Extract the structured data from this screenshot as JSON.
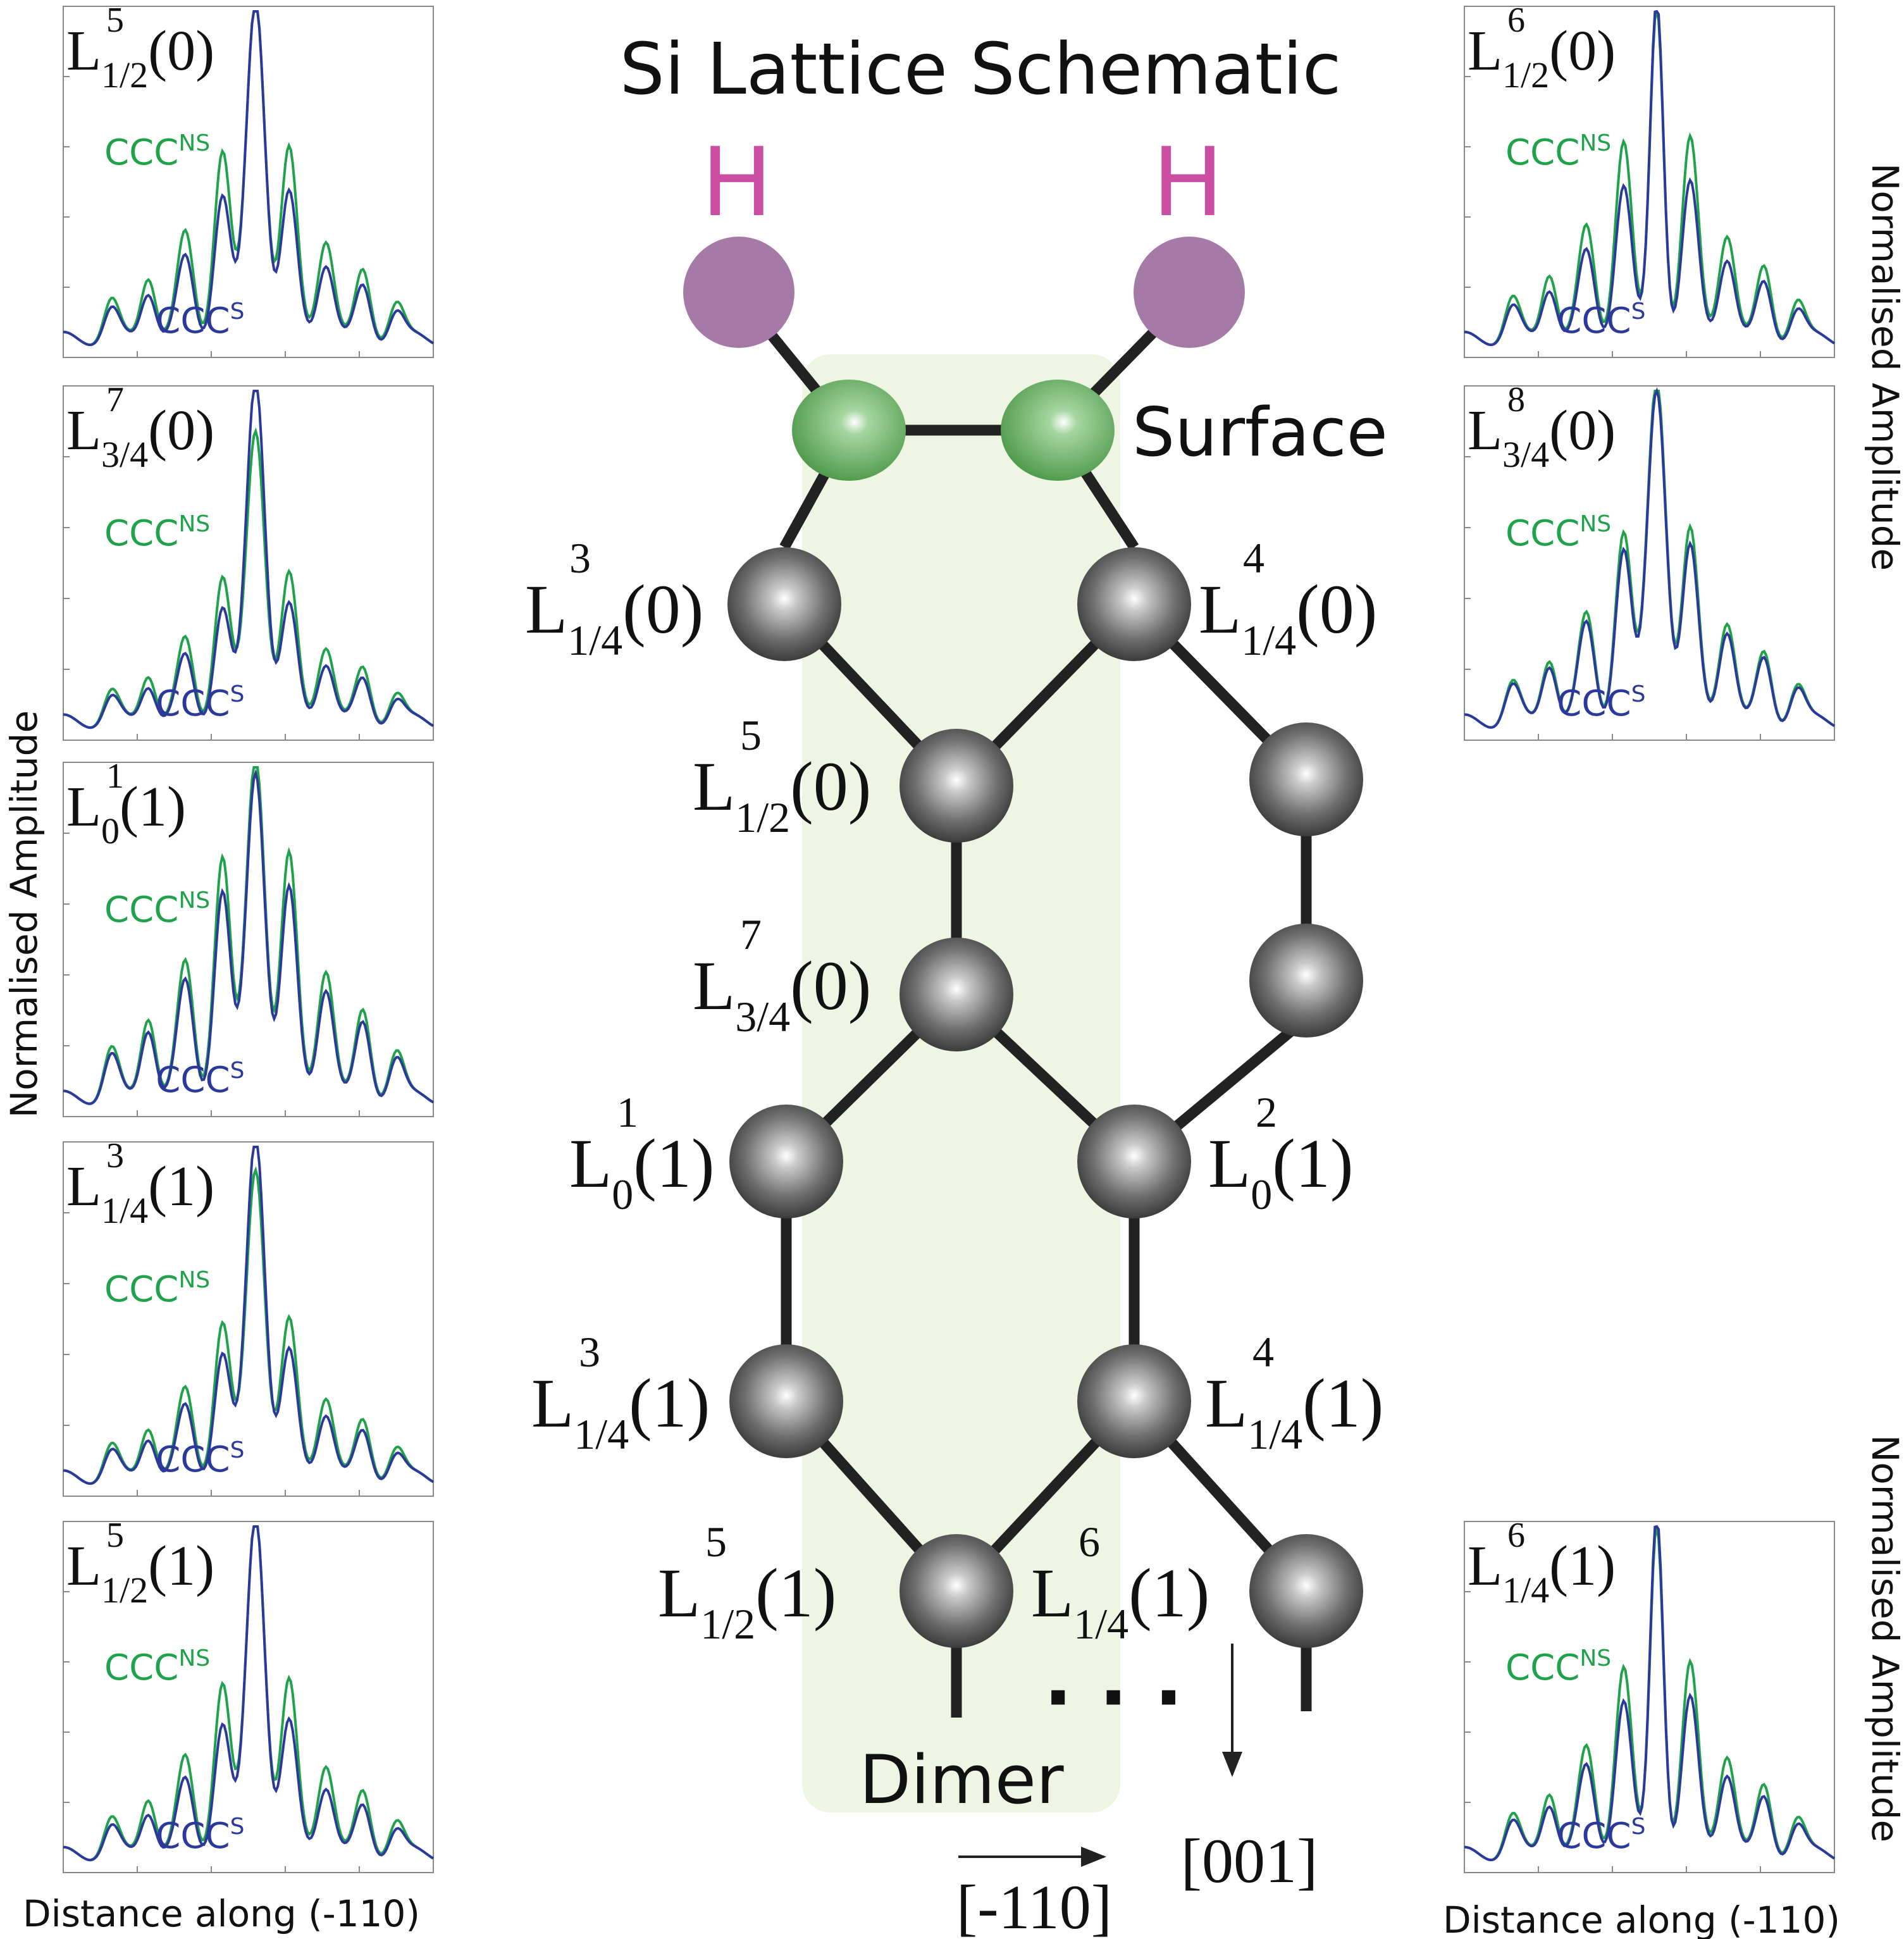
{
  "title": "Si Lattice Schematic",
  "surface_label": "Surface",
  "dimer_label": "Dimer",
  "h_label": "H",
  "ellipsis": "· · ·",
  "direction_001": "[001]",
  "direction_m110": "[-110]",
  "axis_y_label": "Normalised Amplitude",
  "axis_x_label": "Distance along (-110)",
  "series": {
    "ns": "CCC",
    "ns_sup": "NS",
    "s": "CCC",
    "s_sup": "S"
  },
  "colors": {
    "hydrogen": "#a57aa6",
    "hydrogen_text": "#cc4ea3",
    "surface_atom": "#5fa55a",
    "dimer_region": "#eef6e3",
    "ns_line": "#1fa24a",
    "s_line": "#2b3a9a",
    "bond": "#222222"
  },
  "atom_labels": [
    {
      "id": "l14_0_3",
      "sub": "1/4",
      "sup": "3",
      "arg": "(0)"
    },
    {
      "id": "l14_0_4",
      "sub": "1/4",
      "sup": "4",
      "arg": "(0)"
    },
    {
      "id": "l12_0_5",
      "sub": "1/2",
      "sup": "5",
      "arg": "(0)"
    },
    {
      "id": "l34_0_7",
      "sub": "3/4",
      "sup": "7",
      "arg": "(0)"
    },
    {
      "id": "l0_1_1",
      "sub": "0",
      "sup": "1",
      "arg": "(1)"
    },
    {
      "id": "l0_1_2",
      "sub": "0",
      "sup": "2",
      "arg": "(1)"
    },
    {
      "id": "l14_1_3",
      "sub": "1/4",
      "sup": "3",
      "arg": "(1)"
    },
    {
      "id": "l14_1_4",
      "sub": "1/4",
      "sup": "4",
      "arg": "(1)"
    },
    {
      "id": "l12_1_5",
      "sub": "1/2",
      "sup": "5",
      "arg": "(1)"
    },
    {
      "id": "l14_1_6",
      "sub": "1/4",
      "sup": "6",
      "arg": "(1)"
    }
  ],
  "panels": [
    {
      "id": "left-1",
      "sub": "1/2",
      "sup": "5",
      "arg": "(0)",
      "ns_peak": 1.0,
      "s_peak": 1.0,
      "ns_side": 0.55,
      "s_side": 0.42
    },
    {
      "id": "left-2",
      "sub": "3/4",
      "sup": "7",
      "arg": "(0)",
      "ns_peak": 0.85,
      "s_peak": 1.0,
      "ns_side": 0.42,
      "s_side": 0.33
    },
    {
      "id": "left-3",
      "sub": "0",
      "sup": "1",
      "arg": "(1)",
      "ns_peak": 1.0,
      "s_peak": 0.95,
      "ns_side": 0.7,
      "s_side": 0.6
    },
    {
      "id": "left-4",
      "sub": "1/4",
      "sup": "3",
      "arg": "(1)",
      "ns_peak": 0.9,
      "s_peak": 1.0,
      "ns_side": 0.45,
      "s_side": 0.36
    },
    {
      "id": "left-5",
      "sub": "1/2",
      "sup": "5",
      "arg": "(1)",
      "ns_peak": 1.0,
      "s_peak": 1.0,
      "ns_side": 0.5,
      "s_side": 0.38
    },
    {
      "id": "right-1",
      "sub": "1/2",
      "sup": "6",
      "arg": "(0)",
      "ns_peak": 0.98,
      "s_peak": 1.0,
      "ns_side": 0.58,
      "s_side": 0.45
    },
    {
      "id": "right-2",
      "sub": "3/4",
      "sup": "8",
      "arg": "(0)",
      "ns_peak": 1.0,
      "s_peak": 0.97,
      "ns_side": 0.55,
      "s_side": 0.5
    },
    {
      "id": "right-3",
      "sub": "1/4",
      "sup": "6",
      "arg": "(1)",
      "ns_peak": 0.97,
      "s_peak": 1.0,
      "ns_side": 0.55,
      "s_side": 0.45
    }
  ]
}
